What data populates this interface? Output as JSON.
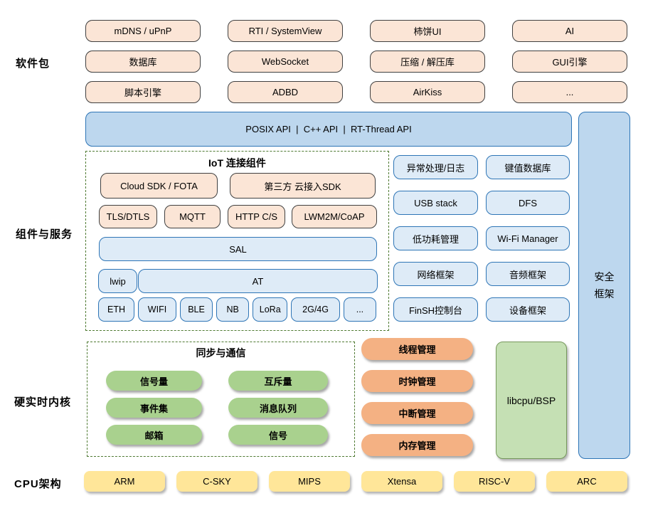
{
  "labels": {
    "packages": "软件包",
    "components": "组件与服务",
    "kernel": "硬实时内核",
    "cpu": "CPU架构"
  },
  "packages": {
    "items": [
      "mDNS / uPnP",
      "RTI / SystemView",
      "柿饼UI",
      "AI",
      "数据库",
      "WebSocket",
      "压缩 / 解压库",
      "GUI引擎",
      "脚本引擎",
      "ADBD",
      "AirKiss",
      "..."
    ]
  },
  "api_bar": "POSIX API  |  C++ API  |  RT-Thread API",
  "security": {
    "line1": "安全",
    "line2": "框架"
  },
  "iot": {
    "title": "IoT 连接组件",
    "sdk1": "Cloud SDK / FOTA",
    "sdk2": "第三方 云接入SDK",
    "protocols": [
      "TLS/DTLS",
      "MQTT",
      "HTTP C/S",
      "LWM2M/CoAP"
    ],
    "sal": "SAL",
    "lwip": "lwip",
    "at": "AT",
    "links": [
      "ETH",
      "WIFI",
      "BLE",
      "NB",
      "LoRa",
      "2G/4G",
      "..."
    ]
  },
  "services": {
    "items": [
      "异常处理/日志",
      "键值数据库",
      "USB stack",
      "DFS",
      "低功耗管理",
      "Wi-Fi Manager",
      "网络框架",
      "音频框架",
      "FinSH控制台",
      "设备框架"
    ]
  },
  "ipc": {
    "title": "同步与通信",
    "items": [
      "信号量",
      "互斥量",
      "事件集",
      "消息队列",
      "邮箱",
      "信号"
    ]
  },
  "managers": {
    "items": [
      "线程管理",
      "时钟管理",
      "中断管理",
      "内存管理"
    ]
  },
  "libcpu": "libcpu/BSP",
  "cpu": {
    "items": [
      "ARM",
      "C-SKY",
      "MIPS",
      "Xtensa",
      "RISC-V",
      "ARC"
    ]
  },
  "colors": {
    "peach_fill": "#fbe5d6",
    "peach_border": "#404040",
    "blue_light_fill": "#deebf7",
    "blue_mid_fill": "#bdd7ee",
    "blue_border": "#2e75b6",
    "green_pill": "#a9d18e",
    "green_box": "#c5e0b4",
    "orange_pill": "#f4b183",
    "yellow_box": "#ffe699",
    "dashed_border_green": "#4f7a32"
  }
}
